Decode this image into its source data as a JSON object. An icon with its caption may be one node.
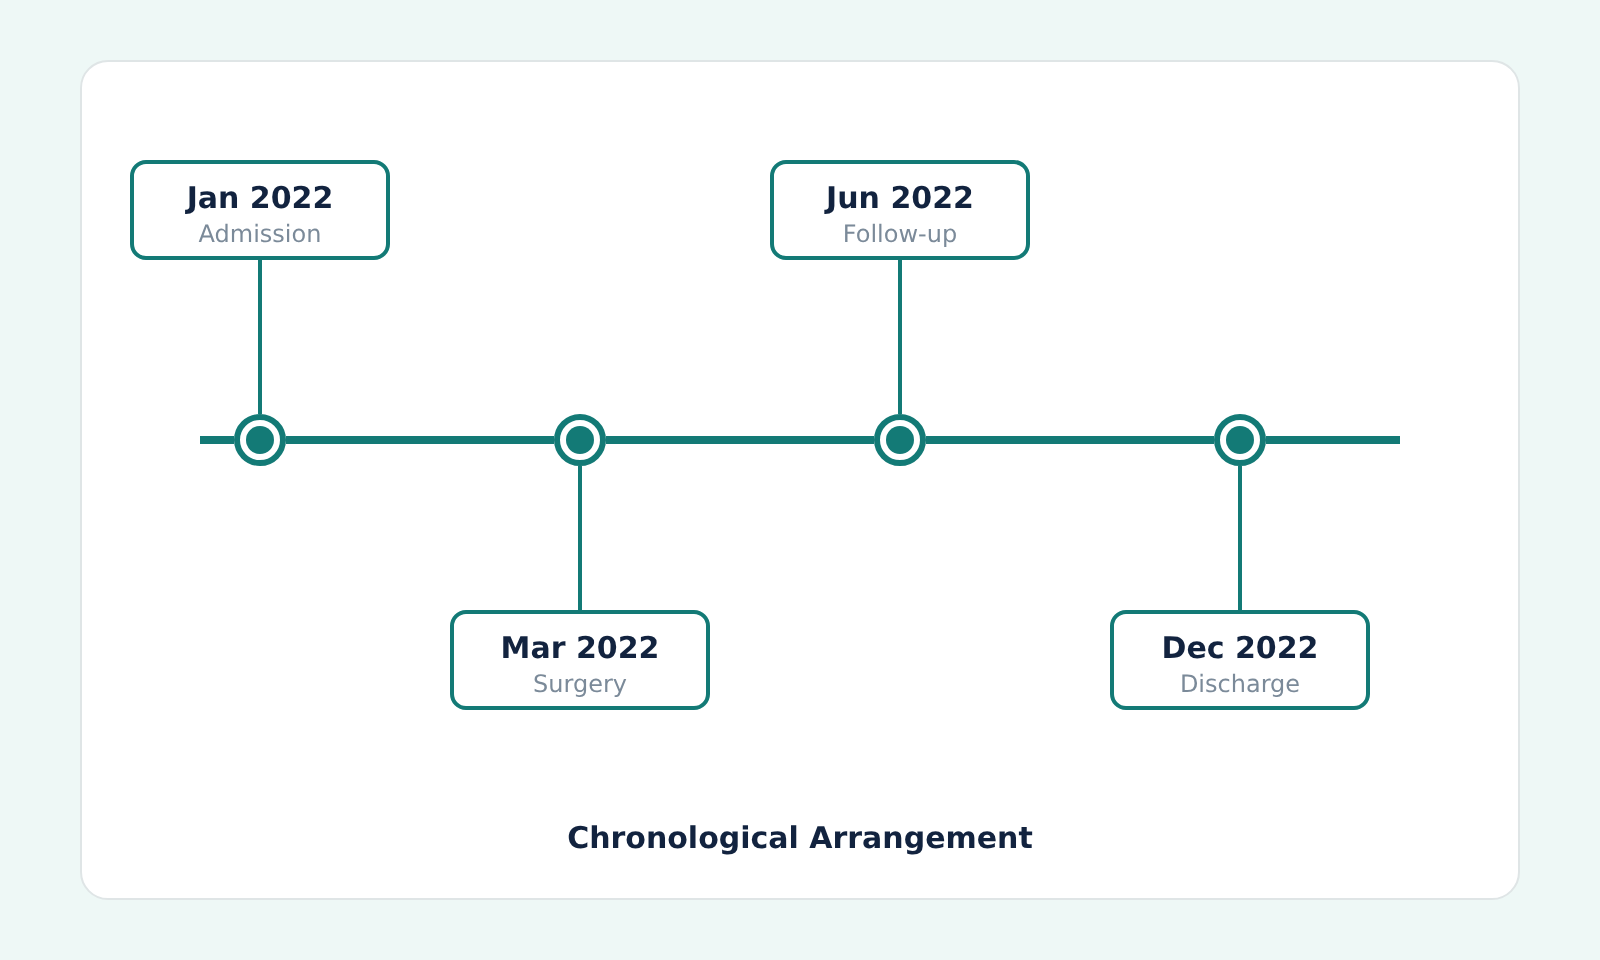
{
  "diagram": {
    "caption": "Chronological Arrangement",
    "nodes": [
      {
        "text": [
          "Jan 2022",
          "Admission"
        ]
      },
      {
        "text": [
          "Mar 2022",
          "Surgery"
        ]
      },
      {
        "text": [
          "Jun 2022",
          "Follow-up"
        ]
      },
      {
        "text": [
          "Dec 2022",
          "Discharge"
        ]
      },
      {
        "text": [],
        "shape": "circle"
      },
      {
        "text": [],
        "shape": "circle"
      },
      {
        "text": [],
        "shape": "circle"
      },
      {
        "text": [],
        "shape": "circle"
      }
    ],
    "edges": [
      {
        "from": 0,
        "to": 4,
        "arrow": "none"
      },
      {
        "from": 1,
        "to": 5,
        "arrow": "none"
      },
      {
        "from": 2,
        "to": 6,
        "arrow": "none"
      },
      {
        "from": 3,
        "to": 7,
        "arrow": "none"
      },
      {
        "from": 4,
        "to": 5,
        "arrow": "none",
        "style": "thick"
      },
      {
        "from": 5,
        "to": 6,
        "arrow": "none",
        "style": "thick"
      },
      {
        "from": 6,
        "to": 7,
        "arrow": "none",
        "style": "thick"
      }
    ]
  }
}
